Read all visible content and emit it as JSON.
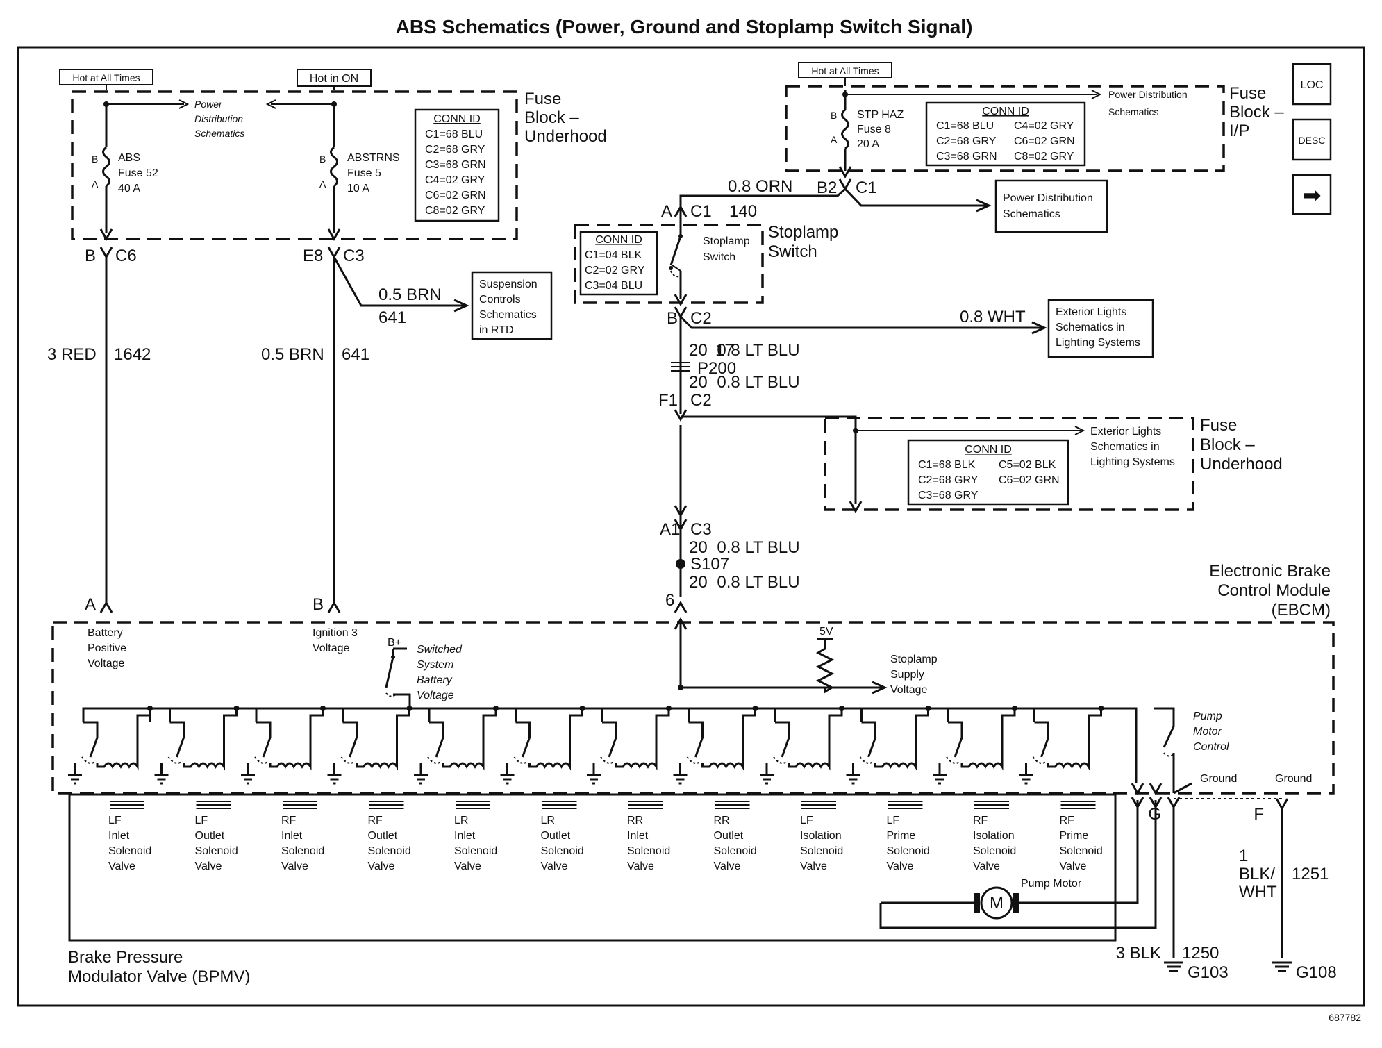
{
  "title": "ABS Schematics (Power, Ground and Stoplamp Switch Signal)",
  "figure_number": "687782",
  "nav": {
    "loc": "LOC",
    "desc": "DESC",
    "next": "➡"
  },
  "hot_labels": {
    "left_always": "Hot at All Times",
    "left_on": "Hot in ON",
    "right_always": "Hot at All Times"
  },
  "fuse_block_underhood_top": {
    "name": [
      "Fuse",
      "Block –",
      "Underhood"
    ],
    "power_dist": [
      "Power",
      "Distribution",
      "Schematics"
    ],
    "fuse_left": {
      "b": "B",
      "a": "A",
      "name": "ABS",
      "fuse": "Fuse 52",
      "amps": "40 A"
    },
    "fuse_right": {
      "b": "B",
      "a": "A",
      "name": "ABSTRNS",
      "fuse": "Fuse 5",
      "amps": "10 A"
    },
    "conn_title": "CONN ID",
    "conn": [
      "C1=68 BLU",
      "C2=68 GRY",
      "C3=68 GRN",
      "C4=02 GRY",
      "C6=02 GRN",
      "C8=02 GRY"
    ]
  },
  "fuse_block_ip": {
    "name": [
      "Fuse",
      "Block –",
      "I/P"
    ],
    "power_dist": [
      "Power Distribution",
      "Schematics"
    ],
    "fuse": {
      "b": "B",
      "a": "A",
      "name": "STP HAZ",
      "fuse": "Fuse 8",
      "amps": "20 A"
    },
    "conn_title": "CONN ID",
    "conn_left": [
      "C1=68 BLU",
      "C2=68 GRY",
      "C3=68 GRN"
    ],
    "conn_right": [
      "C4=02 GRY",
      "C6=02 GRN",
      "C8=02 GRY"
    ]
  },
  "stoplamp": {
    "name": [
      "Stoplamp",
      "Switch"
    ],
    "switch_label": [
      "Stoplamp",
      "Switch"
    ],
    "conn_title": "CONN ID",
    "conn": [
      "C1=04 BLK",
      "C2=02 GRY",
      "C3=04 BLU"
    ],
    "pin_a": "A",
    "c1": "C1",
    "circuit": "140",
    "pin_b": "B",
    "c2": "C2",
    "wire_orn": "0.8 ORN",
    "b2": "B2",
    "ip_c1": "C1"
  },
  "power_dist_box": [
    "Power Distribution",
    "Schematics"
  ],
  "suspension_box": [
    "Suspension",
    "Controls",
    "Schematics",
    "in RTD"
  ],
  "exterior_box": [
    "Exterior Lights",
    "Schematics in",
    "Lighting Systems"
  ],
  "fuse_block_underhood_mid": {
    "name": [
      "Fuse",
      "Block –",
      "Underhood"
    ],
    "exterior": [
      "Exterior Lights",
      "Schematics in",
      "Lighting Systems"
    ],
    "conn_title": "CONN ID",
    "conn_left": [
      "C1=68 BLK",
      "C2=68 GRY",
      "C3=68 GRY"
    ],
    "conn_right": [
      "C5=02 BLK",
      "C6=02 GRN"
    ]
  },
  "wires": {
    "left_b": "B",
    "left_c6": "C6",
    "right_e8": "E8",
    "right_c3": "C3",
    "brn_branch": "0.5 BRN",
    "brn_branch_num": "641",
    "red": "3 RED",
    "red_num": "1642",
    "brn": "0.5 BRN",
    "brn_num": "641",
    "wht": "0.8 WHT",
    "ltblu1": "0.8 LT BLU",
    "ltblu1_num": "20",
    "ltblu1_num2": "17",
    "p200": "P200",
    "ltblu2": "0.8 LT BLU",
    "ltblu2_num": "20",
    "f1": "F1",
    "c2": "C2",
    "a1": "A1",
    "c3": "C3",
    "ltblu3": "0.8 LT BLU",
    "ltblu3_num": "20",
    "s107": "S107",
    "ltblu4": "0.8 LT BLU",
    "ltblu4_num": "20",
    "pin6": "6"
  },
  "ebcm": {
    "name": [
      "Electronic Brake",
      "Control Module",
      "(EBCM)"
    ],
    "pin_a": "A",
    "pin_b": "B",
    "battery": [
      "Battery",
      "Positive",
      "Voltage"
    ],
    "ignition": [
      "Ignition 3",
      "Voltage"
    ],
    "bplus": "B+",
    "switched": [
      "Switched",
      "System",
      "Battery",
      "Voltage"
    ],
    "v5": "5V",
    "stoplamp_supply": [
      "Stoplamp",
      "Supply",
      "Voltage"
    ],
    "pump_control": [
      "Pump",
      "Motor",
      "Control"
    ],
    "ground1": "Ground",
    "ground2": "Ground",
    "pin_g": "G",
    "pin_f": "F"
  },
  "valves": [
    [
      "LF",
      "Inlet",
      "Solenoid",
      "Valve"
    ],
    [
      "LF",
      "Outlet",
      "Solenoid",
      "Valve"
    ],
    [
      "RF",
      "Inlet",
      "Solenoid",
      "Valve"
    ],
    [
      "RF",
      "Outlet",
      "Solenoid",
      "Valve"
    ],
    [
      "LR",
      "Inlet",
      "Solenoid",
      "Valve"
    ],
    [
      "LR",
      "Outlet",
      "Solenoid",
      "Valve"
    ],
    [
      "RR",
      "Inlet",
      "Solenoid",
      "Valve"
    ],
    [
      "RR",
      "Outlet",
      "Solenoid",
      "Valve"
    ],
    [
      "LF",
      "Isolation",
      "Solenoid",
      "Valve"
    ],
    [
      "LF",
      "Prime",
      "Solenoid",
      "Valve"
    ],
    [
      "RF",
      "Isolation",
      "Solenoid",
      "Valve"
    ],
    [
      "RF",
      "Prime",
      "Solenoid",
      "Valve"
    ]
  ],
  "bpmv": {
    "name": [
      "Brake Pressure",
      "Modulator Valve (BPMV)"
    ],
    "pump_motor": "Pump Motor",
    "motor_symbol": "M"
  },
  "grounds": {
    "g103_wire": "3 BLK",
    "g103_num": "1250",
    "g103": "G103",
    "g108_wire": [
      "1",
      "BLK/",
      "WHT"
    ],
    "g108_num": "1251",
    "g108": "G108"
  }
}
